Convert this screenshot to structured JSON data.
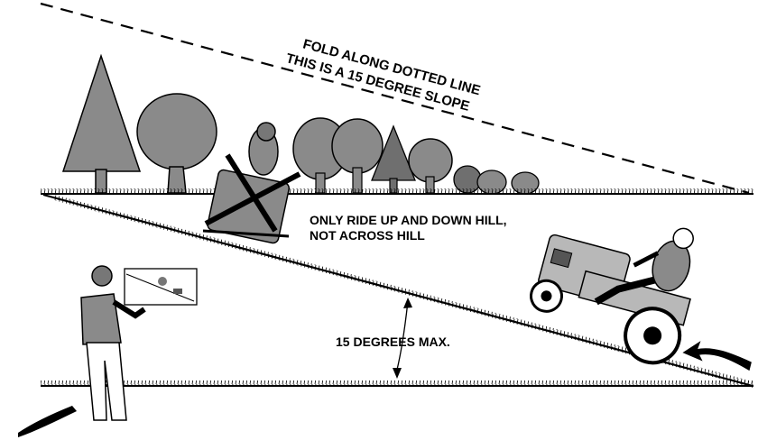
{
  "labels": {
    "fold_line": "FOLD ALONG DOTTED LINE",
    "slope_note": "THIS IS A 15 DEGREE SLOPE",
    "ride_line1": "ONLY RIDE UP AND DOWN HILL,",
    "ride_line2": "NOT ACROSS HILL",
    "max_angle": "15 DEGREES MAX."
  },
  "colors": {
    "tree_fill": "#8a8a8a",
    "tree_dark": "#6f6f6f",
    "ink": "#000000",
    "mower_fill": "#b8b8b8"
  },
  "icons": {
    "prohibited_mark": "x-mark",
    "direction_arrow": "curved-arrow"
  }
}
